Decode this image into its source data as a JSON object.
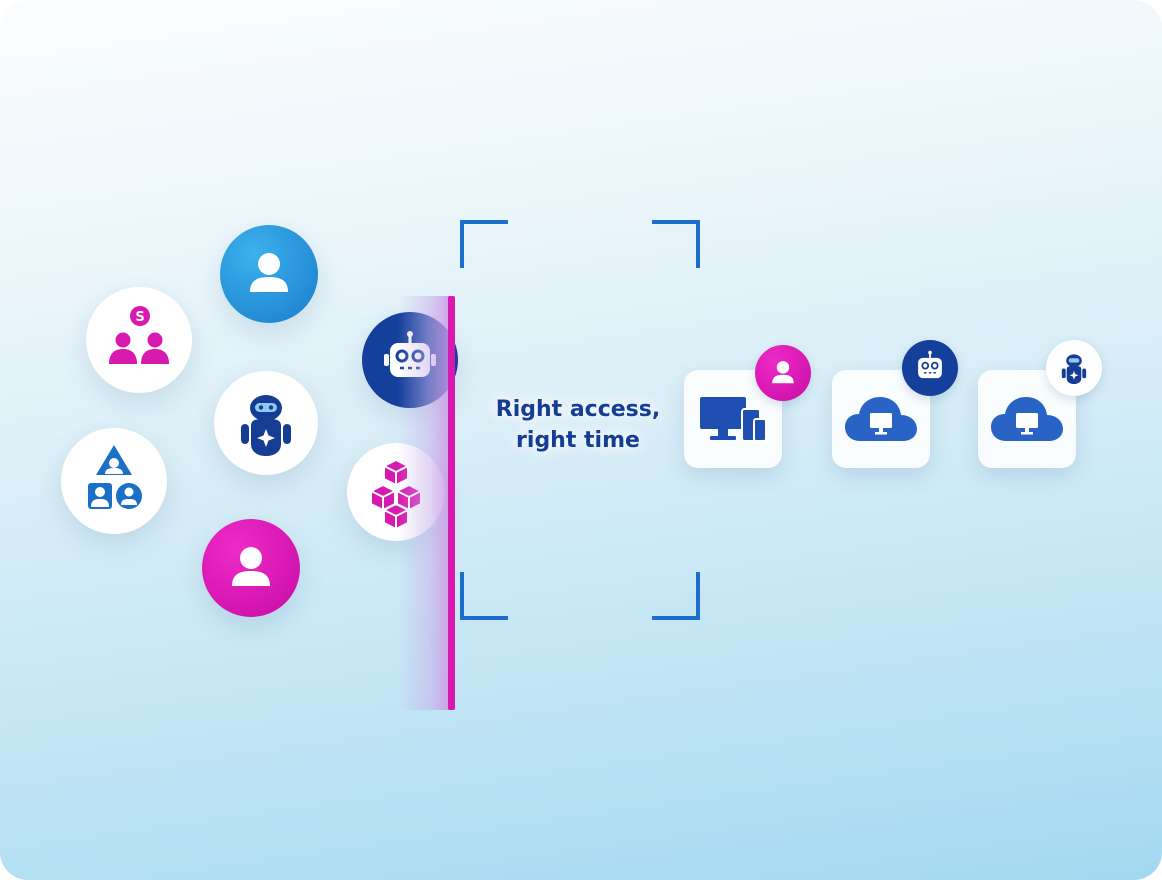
{
  "headline": {
    "line1": "Right access,",
    "line2": "right time"
  },
  "group_badge_letter": "S",
  "colors": {
    "pink": "#d819b0",
    "blue": "#1a7ccc",
    "navy": "#163d94",
    "bracket": "#1b6fcb"
  },
  "identities": [
    {
      "name": "user-blue-icon"
    },
    {
      "name": "group-s-icon"
    },
    {
      "name": "ai-agent-icon"
    },
    {
      "name": "org-hierarchy-icon"
    },
    {
      "name": "user-pink-icon"
    },
    {
      "name": "robot-icon"
    },
    {
      "name": "cubes-icon"
    }
  ],
  "resources": [
    {
      "name": "devices-icon",
      "badge": "user-icon"
    },
    {
      "name": "cloud-monitor-icon",
      "badge": "robot-icon"
    },
    {
      "name": "cloud-monitor-icon",
      "badge": "ai-agent-icon"
    }
  ]
}
